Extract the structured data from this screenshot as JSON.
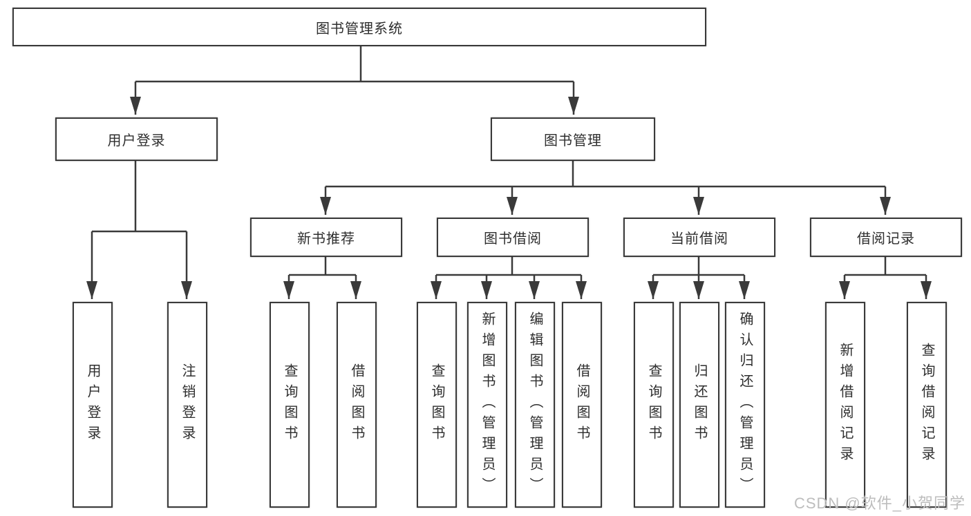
{
  "nodes": {
    "root": {
      "label": "图书管理系统"
    },
    "user_login": {
      "label": "用户登录",
      "children": [
        {
          "label": "用户登录"
        },
        {
          "label": "注销登录"
        }
      ]
    },
    "book_mgmt": {
      "label": "图书管理"
    },
    "groups": [
      {
        "label": "新书推荐",
        "children": [
          {
            "label": "查询图书"
          },
          {
            "label": "借阅图书"
          }
        ]
      },
      {
        "label": "图书借阅",
        "children": [
          {
            "label": "查询图书"
          },
          {
            "label": "新增图书（管理员）"
          },
          {
            "label": "编辑图书（管理员）"
          },
          {
            "label": "借阅图书"
          }
        ]
      },
      {
        "label": "当前借阅",
        "children": [
          {
            "label": "查询图书"
          },
          {
            "label": "归还图书"
          },
          {
            "label": "确认归还（管理员）"
          }
        ]
      },
      {
        "label": "借阅记录",
        "children": [
          {
            "label": "新增借阅记录"
          },
          {
            "label": "查询借阅记录"
          }
        ]
      }
    ]
  },
  "watermark": {
    "text": "CSDN @软件_小贺同学"
  },
  "colors": {
    "line": "#3a3a3a",
    "border": "#3a3a3a",
    "text": "#2e2e2e",
    "watermark": "#bdbdbd",
    "background": "#ffffff"
  }
}
